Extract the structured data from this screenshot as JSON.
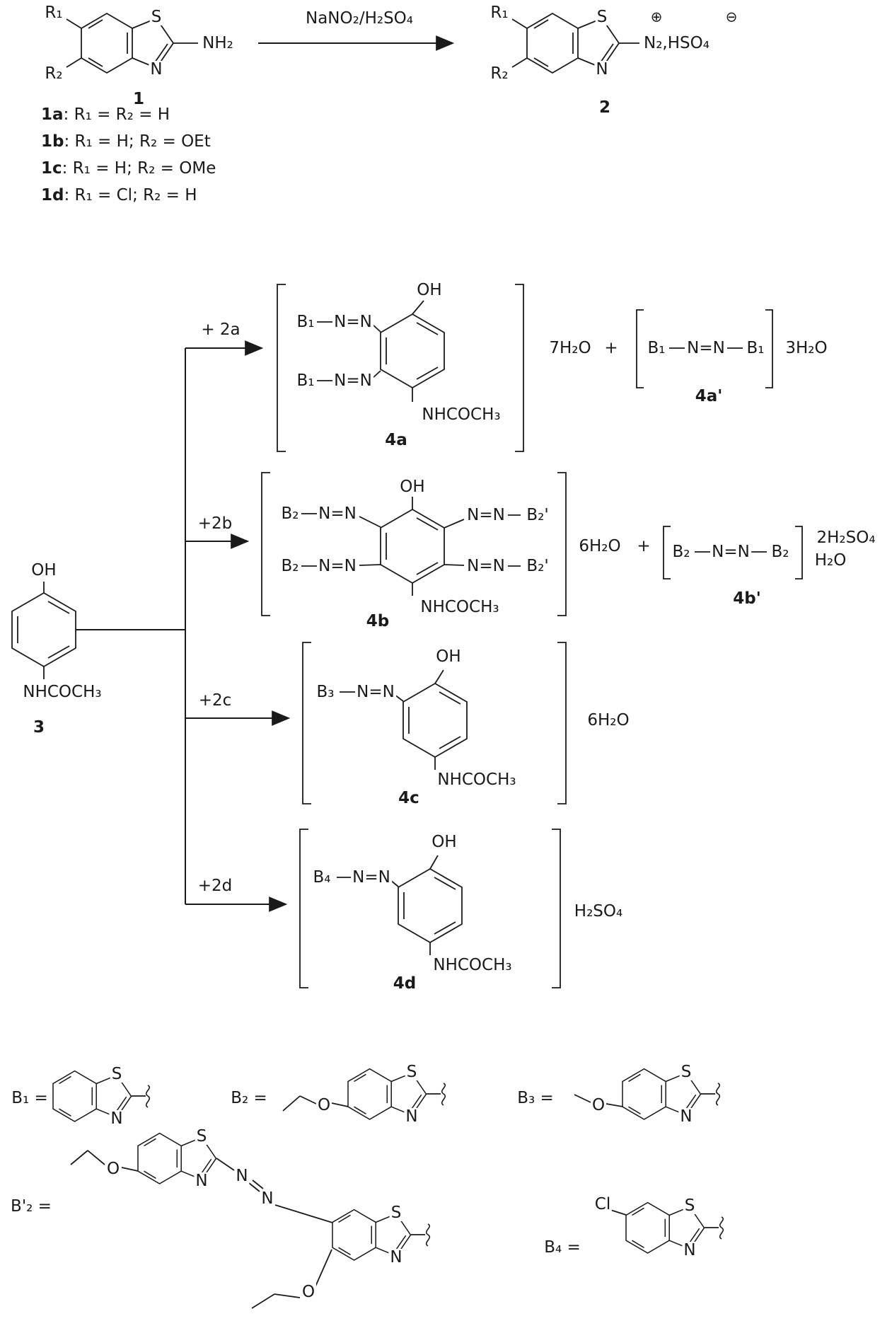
{
  "reaction": {
    "reagent": "NaNO₂/H₂SO₄",
    "plus": "+"
  },
  "atoms": {
    "s": "S",
    "n": "N",
    "o": "O",
    "cl": "Cl",
    "oh": "OH",
    "nh2": "NH₂",
    "nhcoch3": "NHCOCH₃",
    "nn": "N=N",
    "r1": "R₁",
    "r2": "R₂",
    "n2hso4": "N₂,HSO₄",
    "plus_charge": "⊕",
    "minus_charge": "⊖"
  },
  "groups": {
    "b1": "B₁",
    "b2": "B₂",
    "b2prime": "B₂'",
    "b3": "B₃",
    "b4": "B₄"
  },
  "compound_labels": {
    "c1": "1",
    "c2": "2",
    "c3": "3",
    "p4a": "4a",
    "p4a_prime": "4a'",
    "p4b": "4b",
    "p4b_prime": "4b'",
    "p4c": "4c",
    "p4d": "4d"
  },
  "legend": [
    {
      "id": "1a",
      "text": ": R₁ = R₂ = H"
    },
    {
      "id": "1b",
      "text": ": R₁ = H; R₂ = OEt"
    },
    {
      "id": "1c",
      "text": ": R₁ = H; R₂ = OMe"
    },
    {
      "id": "1d",
      "text": ": R₁ = Cl; R₂ = H"
    }
  ],
  "arrow_labels": {
    "a": "+ 2a",
    "b": "+2b",
    "c": "+2c",
    "d": "+2d"
  },
  "byproducts": {
    "w7": "7H₂O",
    "w3": "3H₂O",
    "w6": "6H₂O",
    "h2so4_2": "2H₂SO₄",
    "h2o": "H₂O",
    "h2so4": "H₂SO₄"
  },
  "definitions": {
    "b1": "B₁ =",
    "b2": "B₂ =",
    "b3": "B₃ =",
    "b2prime": "B'₂ =",
    "b4": "B₄ ="
  }
}
